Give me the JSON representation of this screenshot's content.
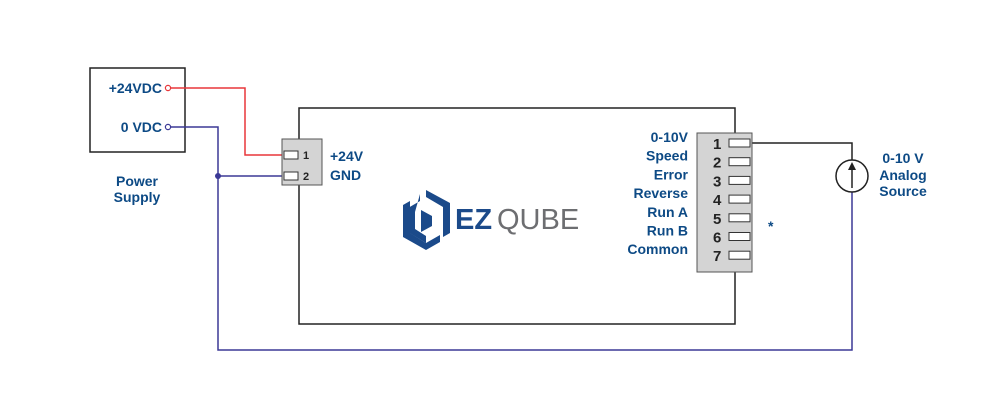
{
  "power_supply": {
    "title_line1": "Power",
    "title_line2": "Supply",
    "terminal_pos": "+24VDC",
    "terminal_neg": "0 VDC"
  },
  "power_connector": {
    "pins": [
      "1",
      "2"
    ],
    "labels": [
      "+24V",
      "GND"
    ]
  },
  "logo": {
    "brand_bold": "EZ",
    "brand_light": "QUBE"
  },
  "io_connector": {
    "pins": [
      {
        "num": "1",
        "label": "0-10V"
      },
      {
        "num": "2",
        "label": "Speed"
      },
      {
        "num": "3",
        "label": "Error"
      },
      {
        "num": "4",
        "label": "Reverse"
      },
      {
        "num": "5",
        "label": "Run A"
      },
      {
        "num": "6",
        "label": "Run B"
      },
      {
        "num": "7",
        "label": "Common"
      }
    ],
    "note_marker": "*"
  },
  "analog_source": {
    "line1": "0-10 V",
    "line2": "Analog",
    "line3": "Source"
  },
  "colors": {
    "text": "#0d4a85",
    "wire_pos": "#e8363a",
    "wire_neg": "#3b3896",
    "wire_signal": "#222222",
    "connector": "#d4d4d4",
    "logo_gray": "#6d6e71"
  }
}
